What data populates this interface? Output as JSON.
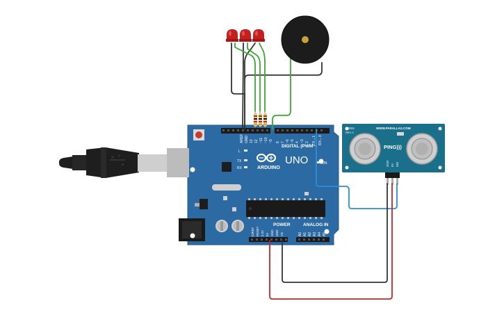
{
  "board": {
    "name": "UNO",
    "brand": "ARDUINO",
    "digital_header": "DIGITAL (PWM~)",
    "power_label": "POWER",
    "analog_label": "ANALOG IN",
    "on_label": "ON",
    "l_label": "L",
    "tx_label": "TX",
    "rx_label": "RX",
    "top_pin_labels": [
      "AREF",
      "GND",
      "13",
      "12",
      "~11",
      "~10",
      "~9",
      "8",
      "7",
      "~6",
      "~5",
      "4",
      "~3",
      "2",
      "TX→1",
      "RX←0"
    ],
    "power_pin_labels": [
      "IOREF",
      "RESET",
      "3.3V",
      "5V",
      "GND",
      "GND",
      "Vin"
    ],
    "analog_pin_labels": [
      "A0",
      "A1",
      "A2",
      "A3",
      "A4",
      "A5"
    ]
  },
  "sensor": {
    "model": "28015",
    "rev": "REV C",
    "site": "WWW.PARALLAX.COM",
    "brand": "PING)))",
    "pin_labels": [
      "GND",
      "5V",
      "SIG"
    ]
  },
  "colors": {
    "board": "#2b6aa3",
    "board_edge": "#245a8c",
    "wire_black": "#333333",
    "wire_green": "#3aa832",
    "wire_red": "#cc2222",
    "wire_blue": "#2a8fd8",
    "led_red": "#c42020",
    "buzzer": "#1c1c1c",
    "sensor_board": "#1a6f8a"
  }
}
